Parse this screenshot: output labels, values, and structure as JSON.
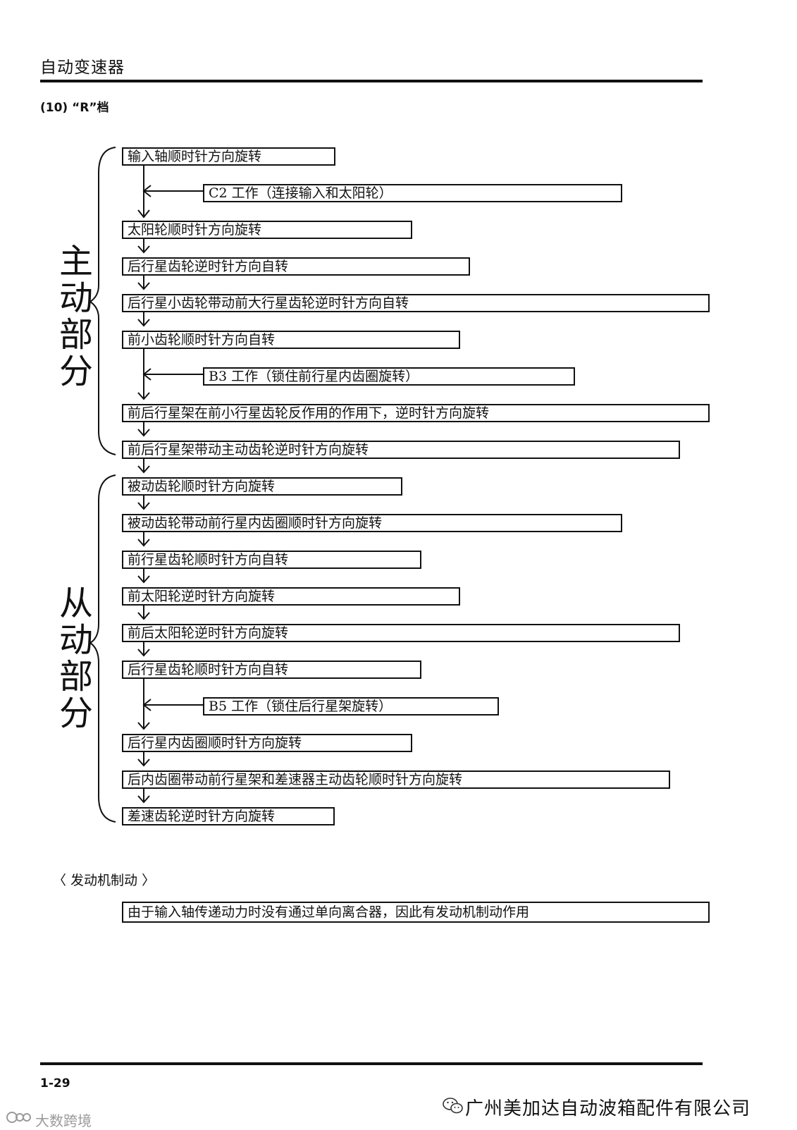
{
  "header": {
    "title": "自动变速器"
  },
  "section": {
    "title": "(10) “R”档"
  },
  "driving_part": {
    "label": "主动部分",
    "steps": [
      "输入轴顺时针方向旋转",
      "C2 工作（连接输入和太阳轮）",
      "太阳轮顺时针方向旋转",
      "后行星齿轮逆时针方向自转",
      "后行星小齿轮带动前大行星齿轮逆时针方向自转",
      "前小齿轮顺时针方向自转",
      "B3 工作（锁住前行星内齿圈旋转）",
      "前后行星架在前小行星齿轮反作用的作用下，逆时针方向旋转",
      "前后行星架带动主动齿轮逆时针方向旋转"
    ]
  },
  "driven_part": {
    "label": "从动部分",
    "steps": [
      "被动齿轮顺时针方向旋转",
      "被动齿轮带动前行星内齿圈顺时针方向旋转",
      "前行星齿轮顺时针方向自转",
      "前太阳轮逆时针方向旋转",
      "前后太阳轮逆时针方向旋转",
      "后行星齿轮顺时针方向自转",
      "B5 工作（锁住后行星架旋转）",
      "后行星内齿圈顺时针方向旋转",
      "后内齿圈带动前行星架和差速器主动齿轮顺时针方向旋转",
      "差速齿轮逆时针方向旋转"
    ]
  },
  "engine_braking": {
    "heading": "〈 发动机制动 〉",
    "text": "由于输入轴传递动力时没有通过单向离合器，因此有发动机制动作用"
  },
  "footer": {
    "page_number": "1-29",
    "company": "广州美加达自动波箱配件有限公司",
    "watermark": "大数跨境"
  }
}
